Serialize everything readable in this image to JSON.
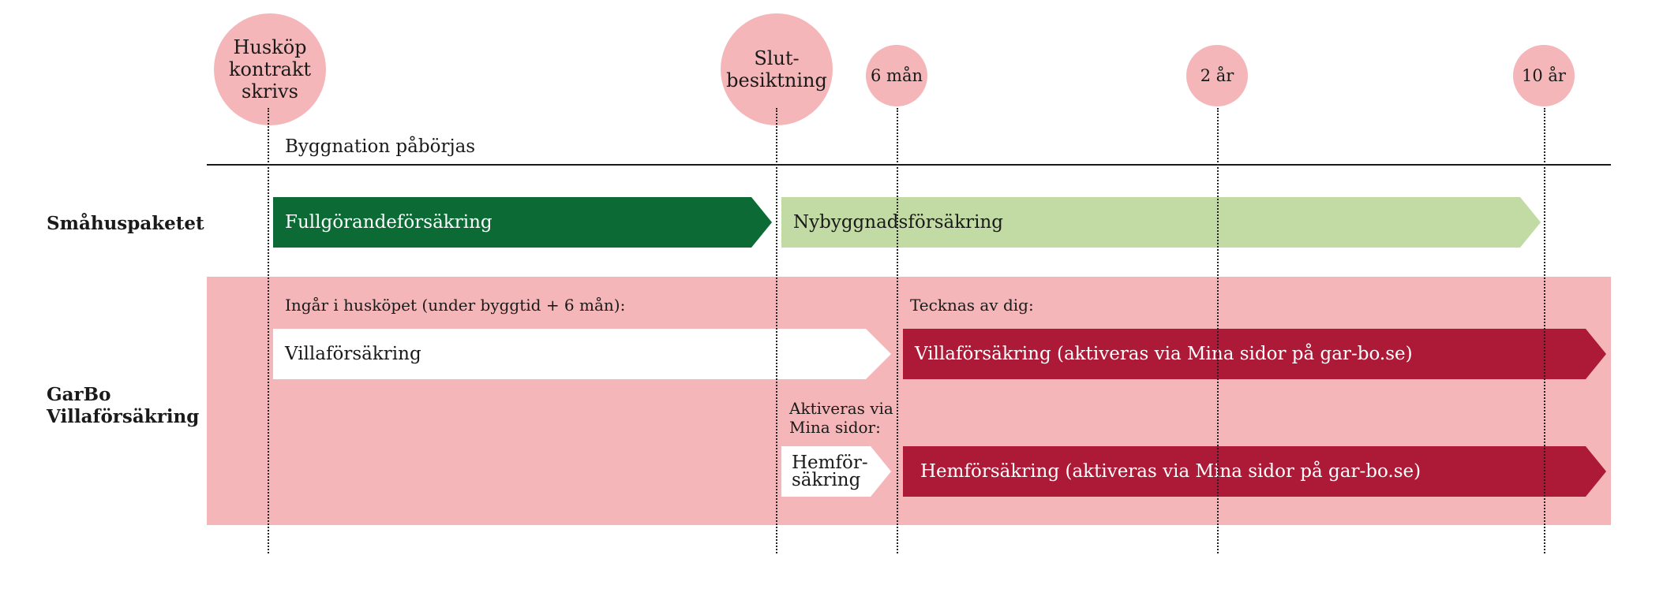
{
  "colors": {
    "milestone": "#f4b6b8",
    "band": "#f4b6b8",
    "dark_green": "#0c6b35",
    "light_green": "#c2daa4",
    "crimson": "#ad1a37",
    "white": "#ffffff"
  },
  "milestones": [
    {
      "label": "Husköp\nkontrakt\nskrivs"
    },
    {
      "label": "Slut-\nbesiktning"
    },
    {
      "label": "6 mån"
    },
    {
      "label": "2 år"
    },
    {
      "label": "10 år"
    }
  ],
  "timeline": {
    "start_label": "Byggnation påbörjas"
  },
  "rows": {
    "smahus": {
      "label": "Småhuspaketet"
    },
    "garbo": {
      "label": "GarBo\nVillaförsäkring"
    }
  },
  "bars": {
    "fullgorande": "Fullgörandeförsäkring",
    "nybyggnad": "Nybyggnadsförsäkring",
    "villa_included": "Villaförsäkring",
    "villa_self": "Villaförsäkring (aktiveras via Mina sidor på gar-bo.se)",
    "hem_short": "Hemför-\nsäkring",
    "hem_self": "Hemförsäkring (aktiveras via Mina sidor på gar-bo.se)"
  },
  "notes": {
    "included": "Ingår i husköpet (under byggtid + 6 mån):",
    "self": "Tecknas av dig:",
    "activate": "Aktiveras via\nMina sidor:"
  }
}
